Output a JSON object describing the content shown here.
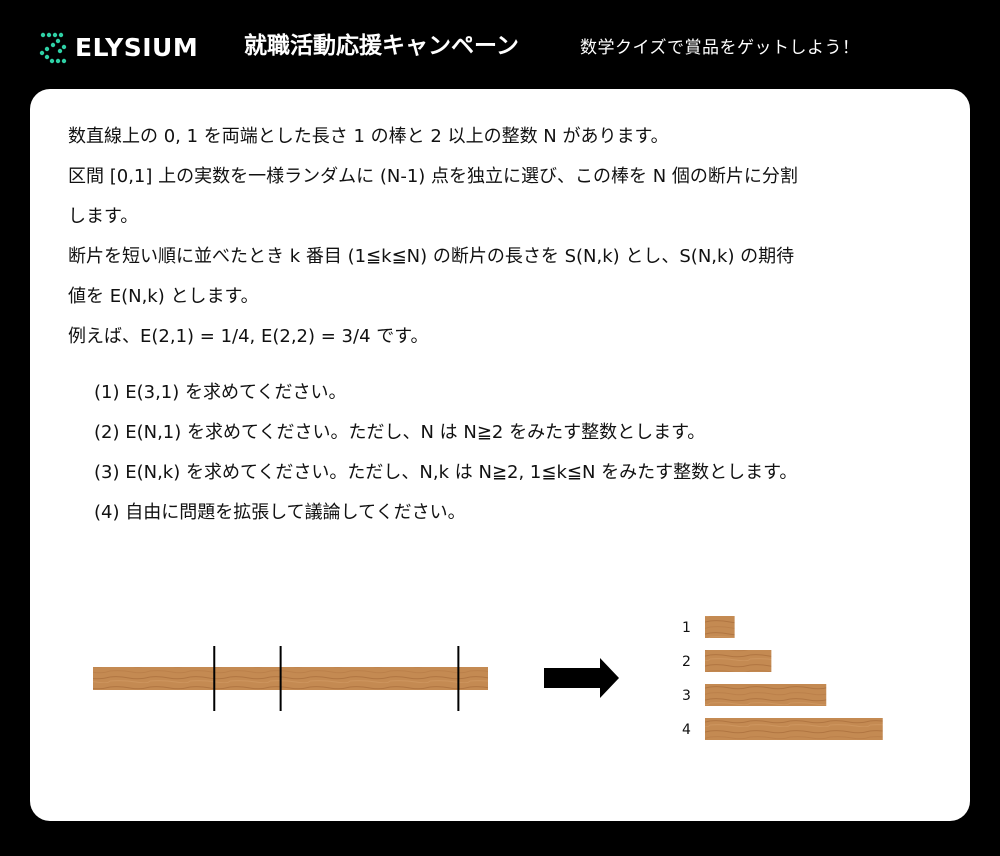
{
  "header": {
    "logo_text": "ELYSIUM",
    "headline": "就職活動応援キャンペーン",
    "subline": "数学クイズで賞品をゲットしよう！"
  },
  "problem": {
    "lines": [
      "数直線上の 0, 1 を両端とした長さ 1 の棒と 2 以上の整数 N があります。",
      "区間 [0,1] 上の実数を一様ランダムに (N-1) 点を独立に選び、この棒を N 個の断片に分割",
      "します。",
      "断片を短い順に並べたとき k 番目 (1≦k≦N) の断片の長さを S(N,k) とし、S(N,k) の期待",
      "値を E(N,k) とします。",
      "例えば、E(2,1) = 1/4, E(2,2) = 3/4 です。"
    ],
    "questions": [
      "(1) E(3,1) を求めてください。",
      "(2) E(N,1) を求めてください。ただし、N は N≧2 をみたす整数とします。",
      "(3) E(N,k) を求めてください。ただし、N,k は N≧2, 1≦k≦N をみたす整数とします。",
      "(4) 自由に問題を拡張して議論してください。"
    ]
  },
  "figure": {
    "cut_points": [
      0.307,
      0.475,
      0.925
    ],
    "pieces": [
      {
        "label": "1",
        "length": 0.075
      },
      {
        "label": "2",
        "length": 0.168
      },
      {
        "label": "3",
        "length": 0.307
      },
      {
        "label": "4",
        "length": 0.45
      }
    ],
    "wood_color": "#c48a52",
    "wood_grain_color": "#a86d3a"
  }
}
